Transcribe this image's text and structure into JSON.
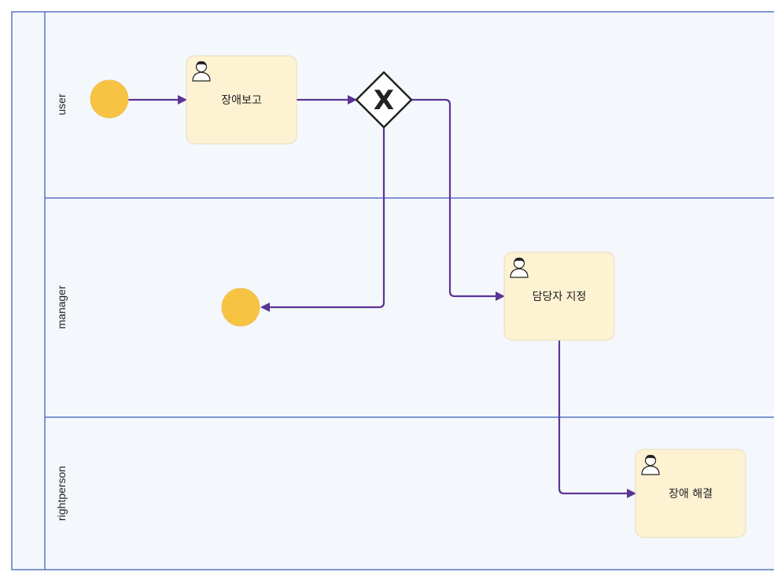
{
  "colors": {
    "lane_border": "#5b72c4",
    "lane_fill": "#f4f8fc",
    "task_fill": "#fdf2d2",
    "task_stroke": "#e6dcc0",
    "event_fill": "#f6c343",
    "flow": "#5c3495",
    "gateway_stroke": "#222222"
  },
  "lanes": [
    {
      "id": "user",
      "label": "user"
    },
    {
      "id": "manager",
      "label": "manager"
    },
    {
      "id": "rightperson",
      "label": "rightperson"
    }
  ],
  "tasks": [
    {
      "id": "report",
      "label": "장애보고",
      "icon": "user-icon"
    },
    {
      "id": "assign",
      "label": "담당자 지정",
      "icon": "user-icon"
    },
    {
      "id": "resolve",
      "label": "장애 해결",
      "icon": "user-icon"
    }
  ],
  "gateway": {
    "id": "decision",
    "type": "exclusive",
    "marker": "X"
  },
  "events": [
    {
      "id": "start",
      "type": "start"
    },
    {
      "id": "end",
      "type": "end"
    }
  ]
}
